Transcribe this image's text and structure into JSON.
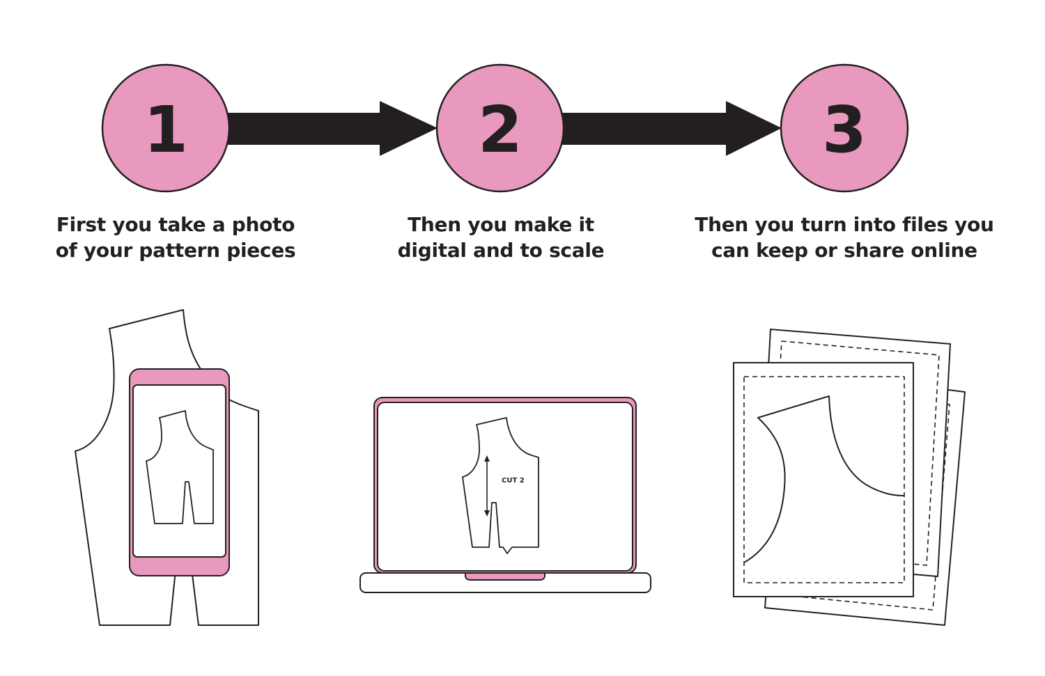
{
  "colors": {
    "accent_pink": "#e899bd",
    "ink": "#231f20",
    "background": "#ffffff"
  },
  "steps": [
    {
      "number": "1",
      "caption_line1": "First you take a photo",
      "caption_line2": "of your pattern pieces",
      "illustration": "phone-photographing-pattern"
    },
    {
      "number": "2",
      "caption_line1": "Then you make it",
      "caption_line2": "digital and to scale",
      "illustration": "laptop-with-digital-pattern"
    },
    {
      "number": "3",
      "caption_line1": "Then you turn into files you",
      "caption_line2": "can keep or share online",
      "illustration": "stack-of-pattern-files"
    }
  ],
  "laptop_pattern_label": "CUT 2"
}
